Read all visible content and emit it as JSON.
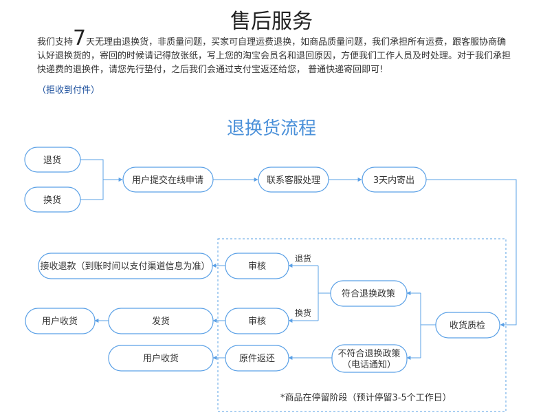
{
  "header": {
    "title": "售后服务",
    "policy_prefix": "我们支持",
    "policy_days": "7",
    "policy_text": "天无理由退换货，非质量问题，买家可自理运费退换，如商品质量问题，我们承担所有运费，跟客服协商确认好退换货的，寄回的时候请记得放张纸，写上您的淘宝会员名和退回原因，方便我们工作人员及时处理。对于我们承担快递费的退换件，请您先行垫付，之后我们会通过支付宝返还给您， 普通快递寄回即可!",
    "note_open": "（",
    "note_link": "拒收到付件",
    "note_close": "）"
  },
  "flow": {
    "title": "退换货流程",
    "nodes": {
      "return": "退货",
      "exchange": "换货",
      "submit": "用户提交在线申请",
      "contact": "联系客服处理",
      "ship": "3天内寄出",
      "inspect": "收货质检",
      "meets": "符合退换政策",
      "not_meets": "不符合退换政策",
      "not_meets_sub": "（电话通知）",
      "review_return": "审核",
      "review_exchange": "审核",
      "refund": "接收退款（到账时间以支付渠道信息为准）",
      "dispatch": "发货",
      "user_receive_1": "用户收货",
      "send_back": "原件返还",
      "user_receive_2": "用户收货"
    },
    "labels": {
      "return": "退货",
      "exchange": "换货"
    },
    "footnote": "*商品在停留阶段（预计停留3-5个工作日）"
  }
}
